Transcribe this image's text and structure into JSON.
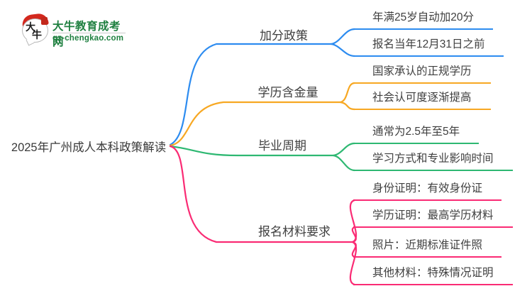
{
  "logo": {
    "title": "大牛教育成考网",
    "url": "gz-chengkao.com",
    "mark_char1": "大",
    "mark_char2": "牛",
    "green": "#1f8040",
    "red": "#d3281e"
  },
  "root": {
    "label": "2025年广州成人本科政策解读"
  },
  "branches": [
    {
      "label": "加分政策",
      "color": "#2d8cf0",
      "children": [
        {
          "label": "年满25岁自动加20分"
        },
        {
          "label": "报名当年12月31日之前"
        }
      ]
    },
    {
      "label": "学历含金量",
      "color": "#f7a823",
      "children": [
        {
          "label": "国家承认的正规学历"
        },
        {
          "label": "社会认可度逐渐提高"
        }
      ]
    },
    {
      "label": "毕业周期",
      "color": "#2eb872",
      "children": [
        {
          "label": "通常为2.5年至5年"
        },
        {
          "label": "学习方式和专业影响时间"
        }
      ]
    },
    {
      "label": "报名材料要求",
      "color": "#fa2b74",
      "children": [
        {
          "label": "身份证明：有效身份证"
        },
        {
          "label": "学历证明：最高学历材料"
        },
        {
          "label": "照片：近期标准证件照"
        },
        {
          "label": "其他材料：特殊情况证明"
        }
      ]
    }
  ]
}
